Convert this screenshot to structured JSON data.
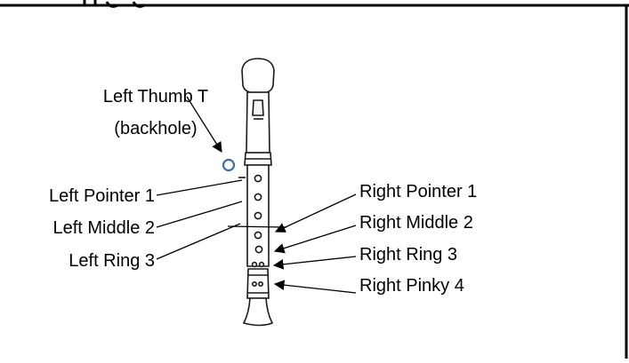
{
  "heading_fragment": "... ng  ng  ...",
  "labels": {
    "left_thumb_line1": "Left Thumb T",
    "left_thumb_line2": "(backhole)",
    "left_pointer": "Left Pointer 1",
    "left_middle": "Left Middle 2",
    "left_ring": "Left Ring 3",
    "right_pointer": "Right Pointer 1",
    "right_middle": "Right Middle 2",
    "right_ring": "Right Ring 3",
    "right_pinky": "Right Pinky 4"
  },
  "colors": {
    "frame": "#000000",
    "text": "#000000",
    "backhole": "#3d6fa8",
    "instrument": "#1a1a1a"
  },
  "icons": {
    "instrument": "recorder-icon",
    "backhole": "backhole-circle-icon"
  }
}
